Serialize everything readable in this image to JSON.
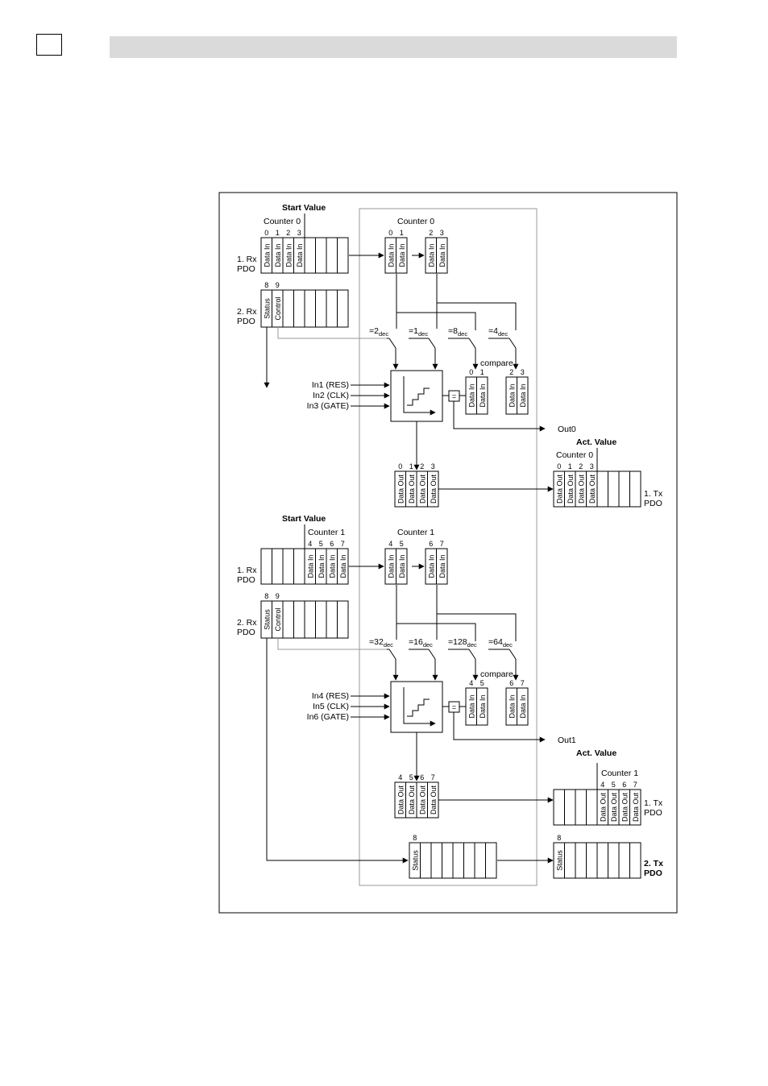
{
  "diagram": {
    "sections": [
      {
        "start_value": "Start Value",
        "counter": "Counter 0",
        "rx1_label": [
          "1. Rx",
          "PDO"
        ],
        "rx1_indices": [
          "0",
          "1",
          "2",
          "3"
        ],
        "rx2_label": [
          "2. Rx",
          "PDO"
        ],
        "rx2_indices": [
          "8",
          "9"
        ],
        "inner_counter": "Counter 0",
        "inner_a_indices": [
          "0",
          "1"
        ],
        "inner_b_indices": [
          "2",
          "3"
        ],
        "switches": [
          {
            "text": "=2",
            "sub": "dec"
          },
          {
            "text": "=1",
            "sub": "dec"
          },
          {
            "text": "=8",
            "sub": "dec"
          },
          {
            "text": "=4",
            "sub": "dec"
          }
        ],
        "inputs": [
          "In1 (RES)",
          "In2 (CLK)",
          "In3 (GATE)"
        ],
        "compare": "compare",
        "cmp_a_indices": [
          "0",
          "1"
        ],
        "cmp_b_indices": [
          "2",
          "3"
        ],
        "output": "Out0",
        "out_indices": [
          "0",
          "1",
          "2",
          "3"
        ],
        "act_value": "Act. Value",
        "tx_counter": "Counter 0",
        "tx_indices": [
          "0",
          "1",
          "2",
          "3"
        ],
        "tx_label": [
          "1. Tx",
          "PDO"
        ]
      },
      {
        "start_value": "Start Value",
        "counter": "Counter 1",
        "rx1_label": [
          "1. Rx",
          "PDO"
        ],
        "rx1_indices": [
          "4",
          "5",
          "6",
          "7"
        ],
        "rx2_label": [
          "2. Rx",
          "PDO"
        ],
        "rx2_indices": [
          "8",
          "9"
        ],
        "inner_counter": "Counter 1",
        "inner_a_indices": [
          "4",
          "5"
        ],
        "inner_b_indices": [
          "6",
          "7"
        ],
        "switches": [
          {
            "text": "=32",
            "sub": "dec"
          },
          {
            "text": "=16",
            "sub": "dec"
          },
          {
            "text": "=128",
            "sub": "dec"
          },
          {
            "text": "=64",
            "sub": "dec"
          }
        ],
        "inputs": [
          "In4 (RES)",
          "In5 (CLK)",
          "In6 (GATE)"
        ],
        "compare": "compare",
        "cmp_a_indices": [
          "4",
          "5"
        ],
        "cmp_b_indices": [
          "6",
          "7"
        ],
        "output": "Out1",
        "out_indices": [
          "4",
          "5",
          "6",
          "7"
        ],
        "act_value": "Act. Value",
        "tx_counter": "Counter 1",
        "tx_indices": [
          "4",
          "5",
          "6",
          "7"
        ],
        "tx_label": [
          "1. Tx",
          "PDO"
        ]
      }
    ],
    "cell_labels": {
      "data_in": "Data In",
      "data_out": "Data Out",
      "status": "Status",
      "control": "Control",
      "equals": "="
    },
    "status_index": "8",
    "tx2_index": "8",
    "tx2_label": [
      "2. Tx",
      "PDO"
    ]
  }
}
